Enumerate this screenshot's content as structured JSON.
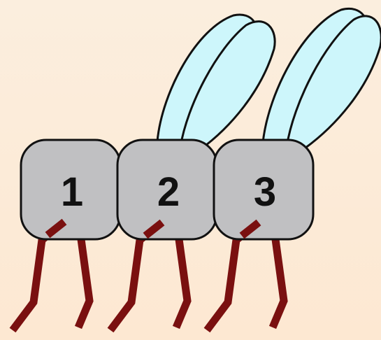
{
  "colors": {
    "background_top": "#fbeede",
    "background_bottom": "#fde8d2",
    "body_fill": "#c0c0c2",
    "body_stroke": "#111111",
    "wing_fill": "#cdf6fb",
    "wing_stroke": "#111111",
    "leg_color": "#7a1010",
    "number_color": "#111111"
  },
  "units": [
    {
      "label": "1"
    },
    {
      "label": "2"
    },
    {
      "label": "3"
    }
  ],
  "wings": [
    {
      "icon": "wing-icon"
    },
    {
      "icon": "wing-icon"
    }
  ]
}
